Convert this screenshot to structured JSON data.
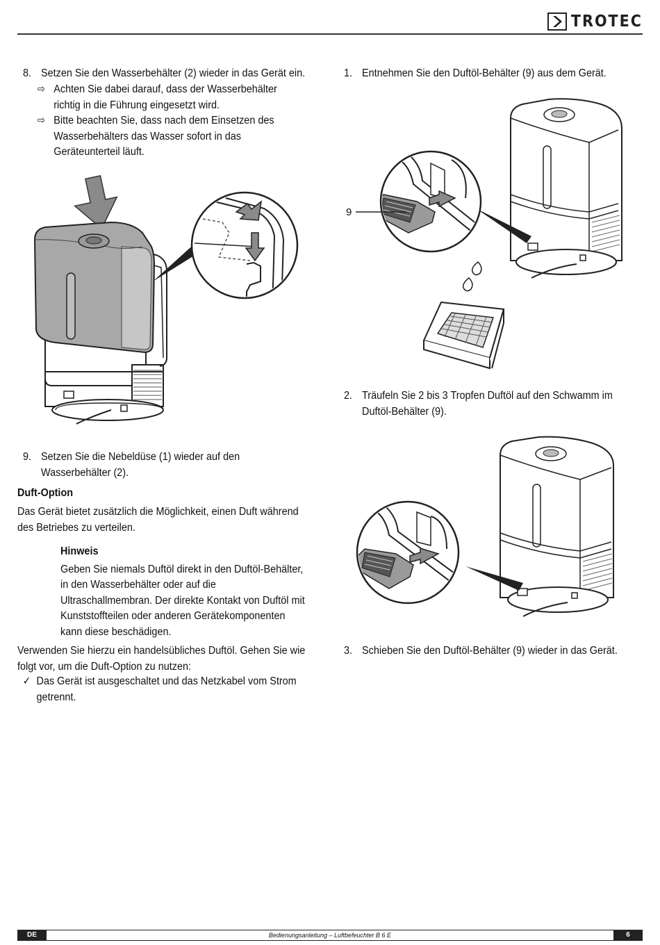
{
  "brand": {
    "name": "TROTEC",
    "logo_icon": "chevron-right-icon"
  },
  "left": {
    "step8": {
      "number": "8.",
      "lines": [
        "Setzen Sie den Wasserbehälter (2) wieder in das Gerät ein."
      ],
      "notes": [
        {
          "marker": "⇨",
          "lines": [
            "Achten Sie dabei darauf, dass der Wasserbehälter",
            "richtig in die Führung eingesetzt wird."
          ]
        },
        {
          "marker": "⇨",
          "lines": [
            "Bitte beachten Sie, dass nach dem Einsetzen des",
            "Wasserbehälters das Wasser sofort in das",
            "Geräteunterteil läuft."
          ]
        }
      ]
    },
    "step9": {
      "number": "9.",
      "lines": [
        "Setzen Sie die Nebeldüse (1) wieder auf den",
        "Wasserbehälter (2)."
      ]
    },
    "duft_heading": "Duft-Option",
    "duft_intro": [
      "Das Gerät bietet zusätzlich die Möglichkeit, einen Duft während",
      "des Betriebes zu verteilen."
    ],
    "hinweis": {
      "title": "Hinweis",
      "lines": [
        "Geben Sie niemals Duftöl direkt in den Duftöl-Behälter,",
        "in den Wasserbehälter oder auf die",
        "Ultraschallmembran. Der direkte Kontakt von Duftöl mit",
        "Kunststoffteilen oder anderen Gerätekomponenten",
        "kann diese beschädigen."
      ]
    },
    "verwenden": [
      "Verwenden Sie hierzu ein handelsübliches Duftöl. Gehen Sie wie",
      "folgt vor, um die Duft-Option zu nutzen:"
    ],
    "check": {
      "marker": "✓",
      "lines": [
        "Das Gerät ist ausgeschaltet und das Netzkabel vom Strom",
        "getrennt."
      ]
    }
  },
  "right": {
    "step1": {
      "number": "1.",
      "lines": [
        "Entnehmen Sie den Duftöl-Behälter (9) aus dem Gerät."
      ]
    },
    "callout_label": "9",
    "step2": {
      "number": "2.",
      "lines": [
        "Träufeln Sie 2 bis 3 Tropfen Duftöl auf den Schwamm im",
        "Duftöl-Behälter (9)."
      ]
    },
    "step3": {
      "number": "3.",
      "lines": [
        "Schieben Sie den Duftöl-Behälter (9) wieder in das Gerät."
      ]
    }
  },
  "footer": {
    "lang": "DE",
    "title": "Bedienungsanleitung – Luftbefeuchter B 6 E",
    "page": "6"
  }
}
